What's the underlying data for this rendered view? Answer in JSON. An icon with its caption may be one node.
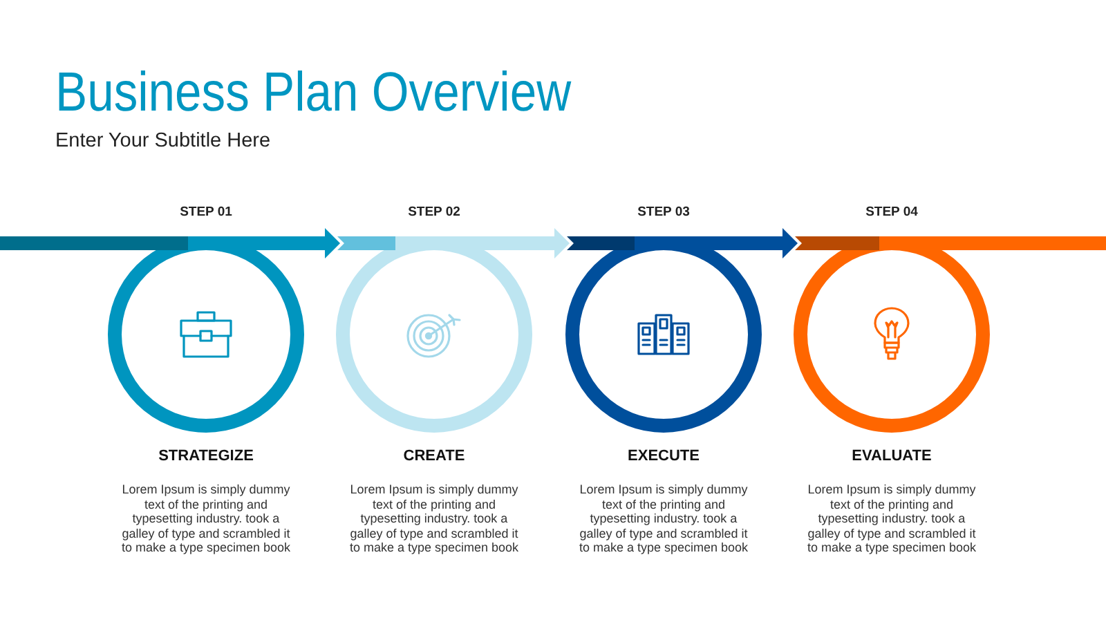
{
  "diagram": {
    "title": "Business Plan Overview",
    "nodes": [
      {
        "text": [
          "STRATEGIZE",
          "Lorem Ipsum is simply dummy text of the printing and typesetting industry. took a galley of type and scrambled it to make a type specimen book"
        ],
        "beside": [
          "STEP 01"
        ]
      },
      {
        "text": [
          "CREATE",
          "Lorem Ipsum is simply dummy text of the printing and typesetting industry. took a galley of type and scrambled it to make a type specimen book"
        ],
        "beside": [
          "STEP 02"
        ]
      },
      {
        "text": [
          "EXECUTE",
          "Lorem Ipsum is simply dummy text of the printing and typesetting industry. took a galley of type and scrambled it to make a type specimen book"
        ],
        "beside": [
          "STEP 03"
        ]
      },
      {
        "text": [
          "EVALUATE",
          "Lorem Ipsum is simply dummy text of the printing and typesetting industry. took a galley of type and scrambled it to make a type specimen book"
        ],
        "beside": [
          "STEP 04"
        ]
      }
    ],
    "edges": [
      {
        "from": 0,
        "to": 1,
        "arrow": "to",
        "color": "#0095bf"
      },
      {
        "from": 1,
        "to": 2,
        "arrow": "to",
        "color": "#bde5f1"
      },
      {
        "from": 2,
        "to": 3,
        "arrow": "to",
        "color": "#004f9c"
      }
    ],
    "labels": [
      "Enter Your Subtitle Here"
    ]
  }
}
